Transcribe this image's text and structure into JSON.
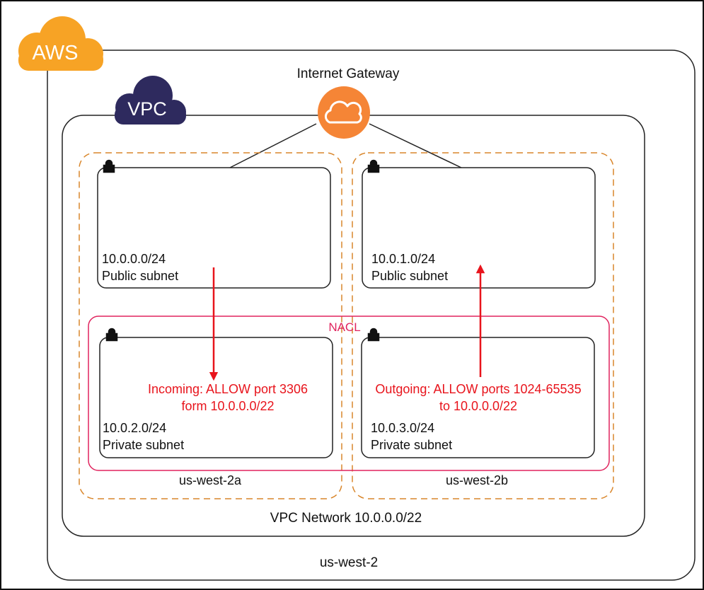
{
  "aws_badge": {
    "label": "AWS",
    "color": "#F7A325"
  },
  "vpc_badge": {
    "label": "VPC",
    "color": "#2E2A5E"
  },
  "internet_gateway": {
    "label": "Internet Gateway",
    "icon": "cloud-icon",
    "color": "#F58536"
  },
  "region": {
    "label": "us-west-2"
  },
  "vpc": {
    "label": "VPC Network 10.0.0.0/22"
  },
  "zones": [
    {
      "label": "us-west-2a",
      "border_color": "#D9862B"
    },
    {
      "label": "us-west-2b",
      "border_color": "#D9862B"
    }
  ],
  "nacl": {
    "label": "NACL",
    "color": "#E0245E"
  },
  "subnets": [
    {
      "cidr": "10.0.0.0/24",
      "type": "Public subnet",
      "icon": "lock-icon"
    },
    {
      "cidr": "10.0.1.0/24",
      "type": "Public subnet",
      "icon": "lock-icon"
    },
    {
      "cidr": "10.0.2.0/24",
      "type": "Private subnet",
      "icon": "lock-icon"
    },
    {
      "cidr": "10.0.3.0/24",
      "type": "Private subnet",
      "icon": "lock-icon"
    }
  ],
  "rules": {
    "color": "#E8141C",
    "incoming": {
      "line1": "Incoming: ALLOW port 3306",
      "line2": "form 10.0.0.0/22"
    },
    "outgoing": {
      "line1": "Outgoing: ALLOW ports 1024-65535",
      "line2": "to 10.0.0.0/22"
    }
  }
}
